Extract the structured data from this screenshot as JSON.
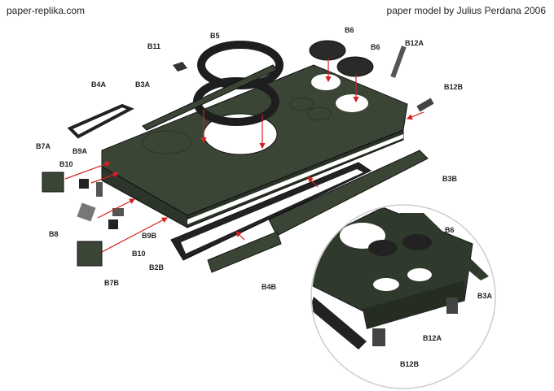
{
  "header": {
    "site": "paper-replika.com",
    "credit": "paper model by Julius Perdana 2006"
  },
  "parts": {
    "b11": "B11",
    "b5": "B5",
    "b6_a": "B6",
    "b6_b": "B6",
    "b12a": "B12A",
    "b4a": "B4A",
    "b3a": "B3A",
    "b12b": "B12B",
    "b7a": "B7A",
    "b9a": "B9A",
    "b10_a": "B10",
    "b3b": "B3B",
    "b8": "B8",
    "b9b": "B9B",
    "b10_b": "B10",
    "b2b": "B2B",
    "b4b": "B4B",
    "b7b": "B7B"
  },
  "inset": {
    "b6": "B6",
    "b3a": "B3A",
    "b12a": "B12A",
    "b12b": "B12B"
  },
  "colors": {
    "hull": "#3a4536",
    "arrow": "#d42020",
    "outline": "#111111"
  }
}
